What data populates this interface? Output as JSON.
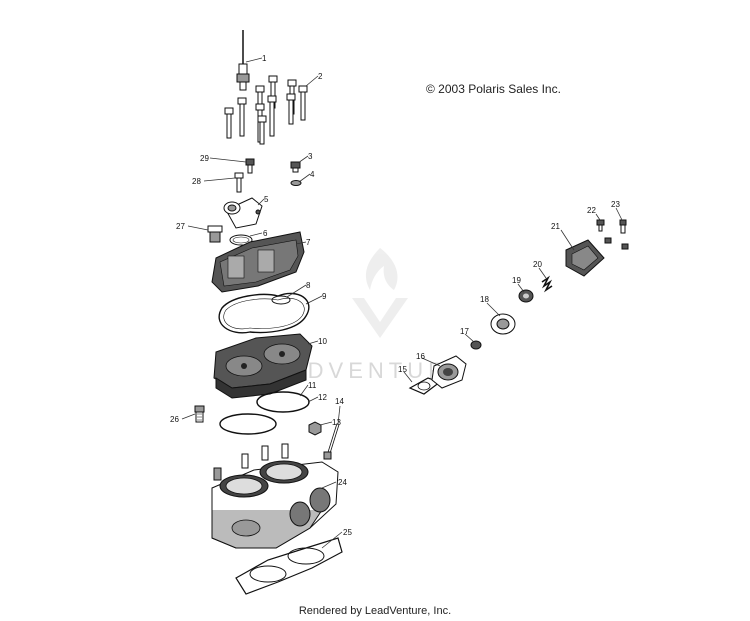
{
  "copyright": "© 2003 Polaris Sales Inc.",
  "footer": "Rendered by LeadVenture, Inc.",
  "watermark": "ADVENTURE",
  "callouts": [
    {
      "label": "1"
    },
    {
      "label": "2"
    },
    {
      "label": "3"
    },
    {
      "label": "4"
    },
    {
      "label": "5"
    },
    {
      "label": "6"
    },
    {
      "label": "7"
    },
    {
      "label": "8"
    },
    {
      "label": "9"
    },
    {
      "label": "10"
    },
    {
      "label": "11"
    },
    {
      "label": "12"
    },
    {
      "label": "13"
    },
    {
      "label": "14"
    },
    {
      "label": "15"
    },
    {
      "label": "16"
    },
    {
      "label": "17"
    },
    {
      "label": "18"
    },
    {
      "label": "19"
    },
    {
      "label": "20"
    },
    {
      "label": "21"
    },
    {
      "label": "22"
    },
    {
      "label": "23"
    },
    {
      "label": "24"
    },
    {
      "label": "25"
    },
    {
      "label": "26"
    },
    {
      "label": "27"
    },
    {
      "label": "28"
    },
    {
      "label": "29"
    }
  ]
}
